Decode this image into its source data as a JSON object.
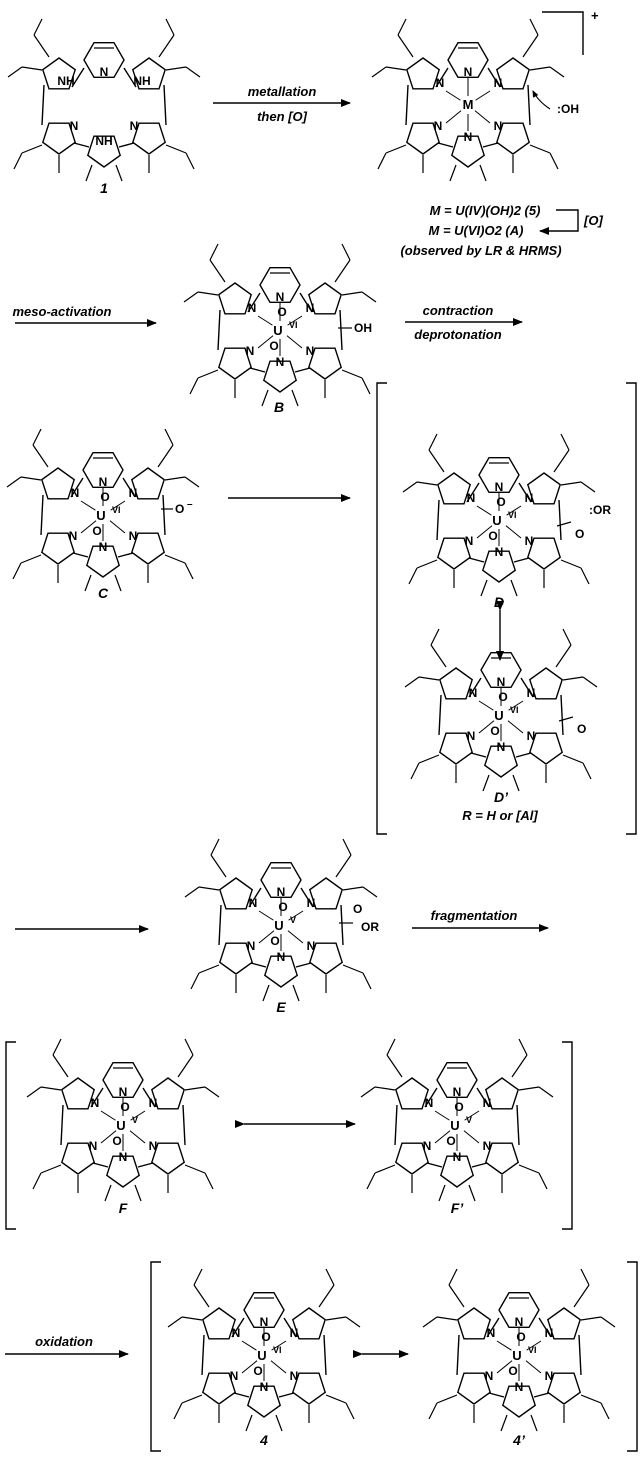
{
  "colors": {
    "ink": "#000000",
    "background": "#ffffff"
  },
  "arrows": {
    "a1": "metallation",
    "a1b": "then [O]",
    "a2": "meso-activation",
    "a3": "contraction",
    "a3b": "deprotonation",
    "a4": "fragmentation",
    "a5": "oxidation"
  },
  "notes": {
    "m1": "M = U(IV)(OH)2 (5)",
    "m2": "M = U(VI)O2 (A)",
    "m3": "(observed by LR & HRMS)",
    "ox": "[O]",
    "charge": "+",
    "r_def": "R = H or [Al]"
  },
  "compounds": {
    "c1": "1",
    "cB": "B",
    "cC": "C",
    "cD": "D",
    "cDp": "D’",
    "cE": "E",
    "cF": "F",
    "cFp": "F’",
    "c4": "4",
    "c4p": "4’"
  },
  "atoms": {
    "N": "N",
    "NH": "NH",
    "M": "M",
    "U": "U",
    "UVI": "VI",
    "UV": "V",
    "O": "O",
    "OH": "OH",
    "Ominus": "O",
    "OHm": ":OH",
    "OR": "OR",
    "ORm": ":OR",
    "minus": "–"
  },
  "structures": [
    {
      "id": "s1",
      "compound": "1",
      "kind": "free-base pyriporphyrin"
    },
    {
      "id": "sM",
      "compound": "",
      "kind": "metallated cation"
    },
    {
      "id": "sB",
      "compound": "B",
      "kind": "meso-activated"
    },
    {
      "id": "sC",
      "compound": "C",
      "kind": "contraction intermediate"
    },
    {
      "id": "sD",
      "compound": "D",
      "kind": "ring-contracted aldehyde"
    },
    {
      "id": "sDp",
      "compound": "D’",
      "kind": "resonance form"
    },
    {
      "id": "sE",
      "compound": "E",
      "kind": "tetrahedral intermediate"
    },
    {
      "id": "sF",
      "compound": "F",
      "kind": "U(V) complex"
    },
    {
      "id": "sFp",
      "compound": "F’",
      "kind": "resonance form"
    },
    {
      "id": "s4",
      "compound": "4",
      "kind": "U(VI) product"
    },
    {
      "id": "s4p",
      "compound": "4’",
      "kind": "resonance form"
    }
  ]
}
